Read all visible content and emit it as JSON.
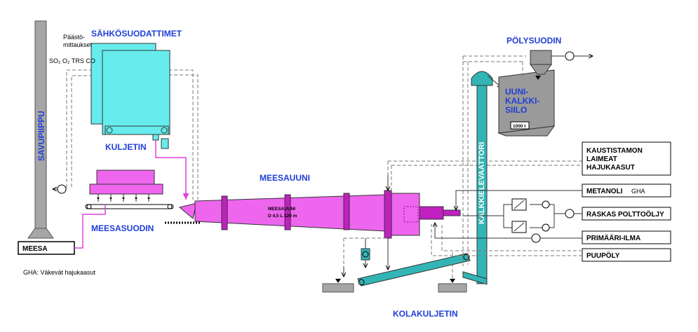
{
  "labels": {
    "electrostatic": "SÄHKÖSUODATTIMET",
    "emission_line1": "Päästö-",
    "emission_line2": "mittaukset",
    "emission_line3": "SO₂ O₂ TRS CO",
    "chimney": "SAVUPIIPPU",
    "conveyor": "KULJETIN",
    "kiln": "MEESAUUNI",
    "kiln_spec_line1": "MEESAUUNI",
    "kiln_spec_line2": "D 4,5 L 120 m",
    "filter": "MEESASUODIN",
    "meesa": "MEESA",
    "gha_note": "GHA: Väkevät hajukaasut",
    "dust_filter": "PÖLYSUODIN",
    "silo_line1": "UUNI-",
    "silo_line2": "KALKKI-",
    "silo_line3": "SIILO",
    "silo_capacity": "1000 t",
    "elevator": "KALKKIELEVAATTORI",
    "ash_conveyor": "KOLAKULJETIN",
    "input_caustic_1": "KAUSTISTAMON",
    "input_caustic_2": "LAIMEAT",
    "input_caustic_3": "HAJUKAASUT",
    "input_methanol": "METANOLI",
    "input_gha": "GHA",
    "input_oil": "RASKAS POLTTOÖLJY",
    "input_air": "PRIMÄÄRI-ILMA",
    "input_wood": "PUUPÖLY"
  },
  "colors": {
    "label_blue": "#1f3fd8",
    "filter_cyan": "#66ecec",
    "kiln_magenta": "#ee66ee",
    "elevator_teal": "#33b5b5",
    "silo_gray": "#9a9a9a",
    "chimney_gray": "#a6a6a6"
  }
}
